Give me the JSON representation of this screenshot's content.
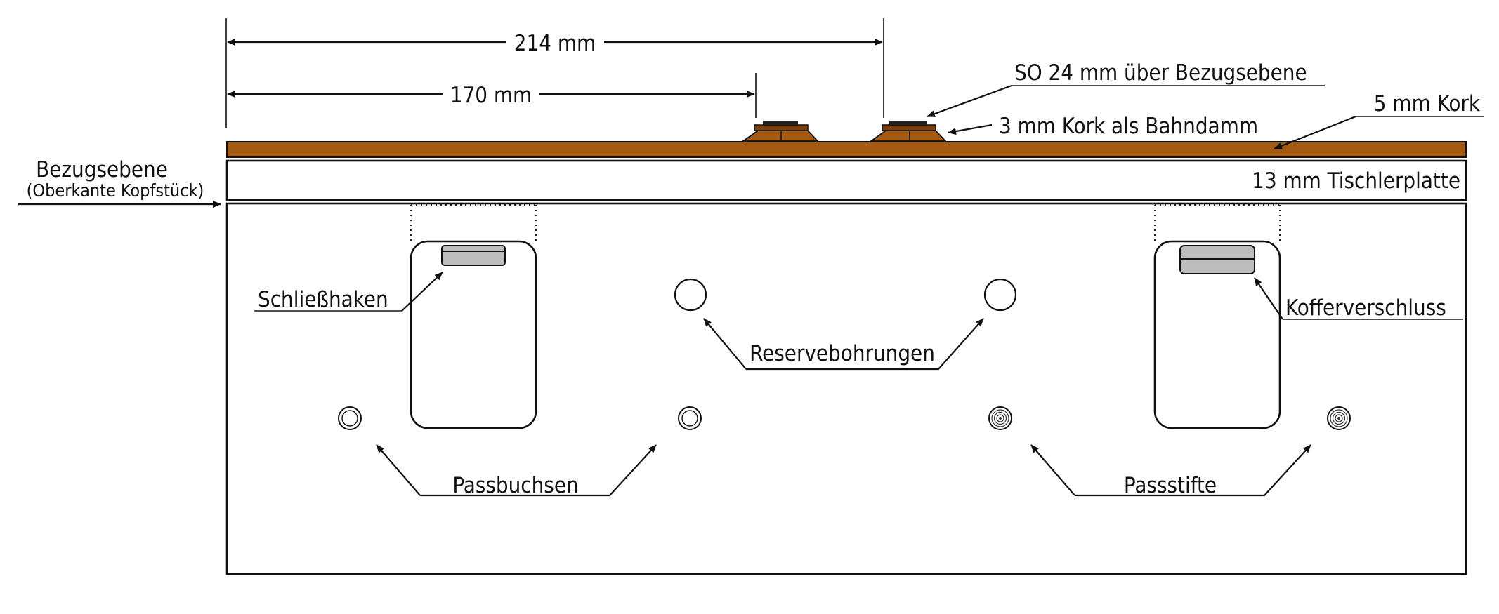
{
  "colors": {
    "cork": "#a55a12",
    "cork_dark": "#7a3f0a",
    "board_fill": "#ffffff",
    "line": "#111111",
    "latch_fill": "#bdbdbd"
  },
  "dimensions": {
    "outer": "214 mm",
    "inner": "170 mm"
  },
  "labels": {
    "so": "SO 24 mm über Bezugsebene",
    "cork_embankment": "3 mm Kork als Bahndamm",
    "cork_layer": "5 mm Kork",
    "plywood": "13 mm Tischlerplatte",
    "reference_title": "Bezugsebene",
    "reference_sub": "(Oberkante Kopfstück)",
    "hook": "Schließhaken",
    "case_lock": "Kofferverschluss",
    "spare_holes": "Reservebohrungen",
    "bushings": "Passbuchsen",
    "pins": "Passstifte"
  }
}
